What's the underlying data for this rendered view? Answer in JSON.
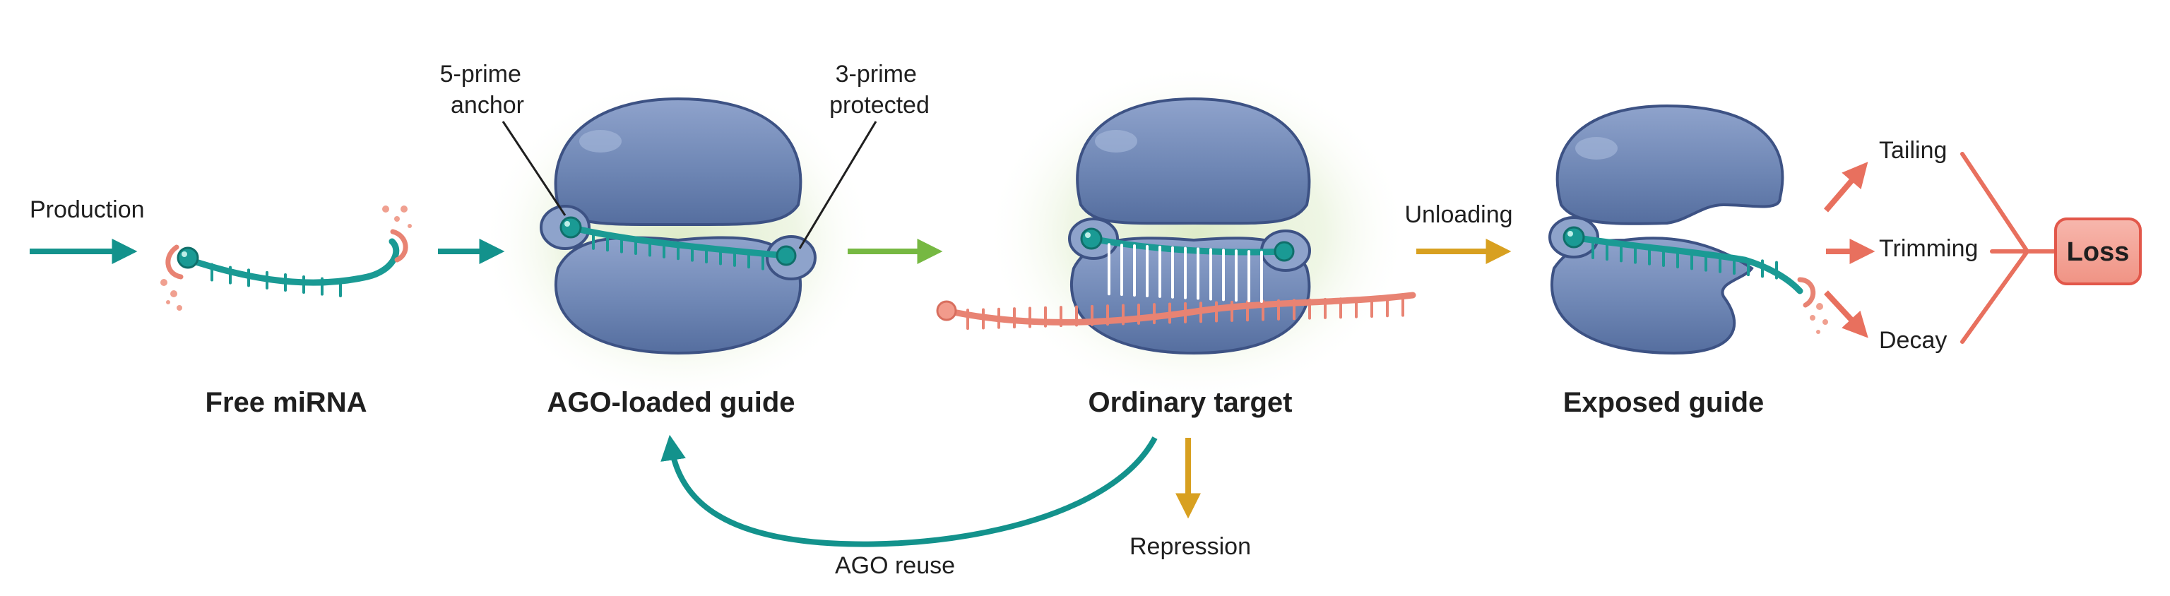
{
  "labels": {
    "production": "Production",
    "anchor_5prime": [
      "5-prime",
      "anchor"
    ],
    "protected_3prime": [
      "3-prime",
      "protected"
    ],
    "unloading": "Unloading",
    "tailing": "Tailing",
    "trimming": "Trimming",
    "decay": "Decay",
    "loss": "Loss",
    "ago_reuse": "AGO reuse",
    "repression": "Repression"
  },
  "stages": [
    {
      "id": "free-mirna",
      "label": "Free miRNA"
    },
    {
      "id": "ago-loaded-guide",
      "label": "AGO-loaded guide"
    },
    {
      "id": "ordinary-target",
      "label": "Ordinary target"
    },
    {
      "id": "exposed-guide",
      "label": "Exposed guide"
    }
  ],
  "colors": {
    "ago_protein": "#6f87b5",
    "ago_outline": "#3d5284",
    "guide_strand": "#1a9a94",
    "target_strand": "#e88373",
    "arrow_teal": "#13928c",
    "arrow_green": "#76b842",
    "arrow_gold": "#d8a020",
    "arrow_salmon": "#e8705e",
    "loss_fill": "#f4a59a",
    "loss_border": "#e2574a",
    "glow": "#e4f1d2"
  }
}
